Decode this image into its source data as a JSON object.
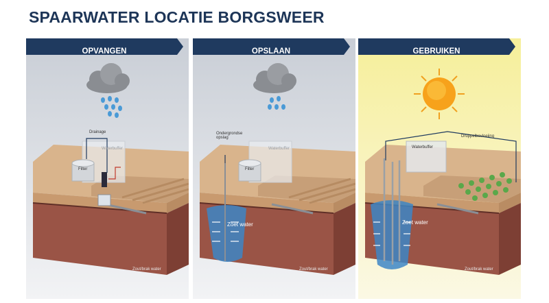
{
  "title": "SPAARWATER LOCATIE BORGSWEER",
  "colors": {
    "banner": "#1f3a5f",
    "sky": "#dfe3e8",
    "sky_sun_top": "#f6ef9a",
    "soil_top": "#d6b08a",
    "soil_bottom": "#8c4a3f",
    "water": "#3d86c6"
  },
  "panels": [
    {
      "banner": "OPVANGEN",
      "icon": "rain-cloud-icon",
      "labels": {
        "drainage": "Drainage",
        "water_buffer": "Waterbuffer",
        "filter": "Filter",
        "brackish": "Zout/brak water"
      }
    },
    {
      "banner": "OPSLAAN",
      "icon": "rain-cloud-icon",
      "labels": {
        "storage": "Ondergrondse opslag",
        "water_buffer": "Waterbuffer",
        "filter": "Filter",
        "fresh": "Zoet water",
        "brackish": "Zout/brak water"
      }
    },
    {
      "banner": "GEBRUIKEN",
      "icon": "sun-icon",
      "labels": {
        "drip": "Druppelbevloeiing",
        "water_buffer": "Waterbuffer",
        "fresh": "Zoet water",
        "brackish": "Zout/brak water"
      }
    }
  ]
}
